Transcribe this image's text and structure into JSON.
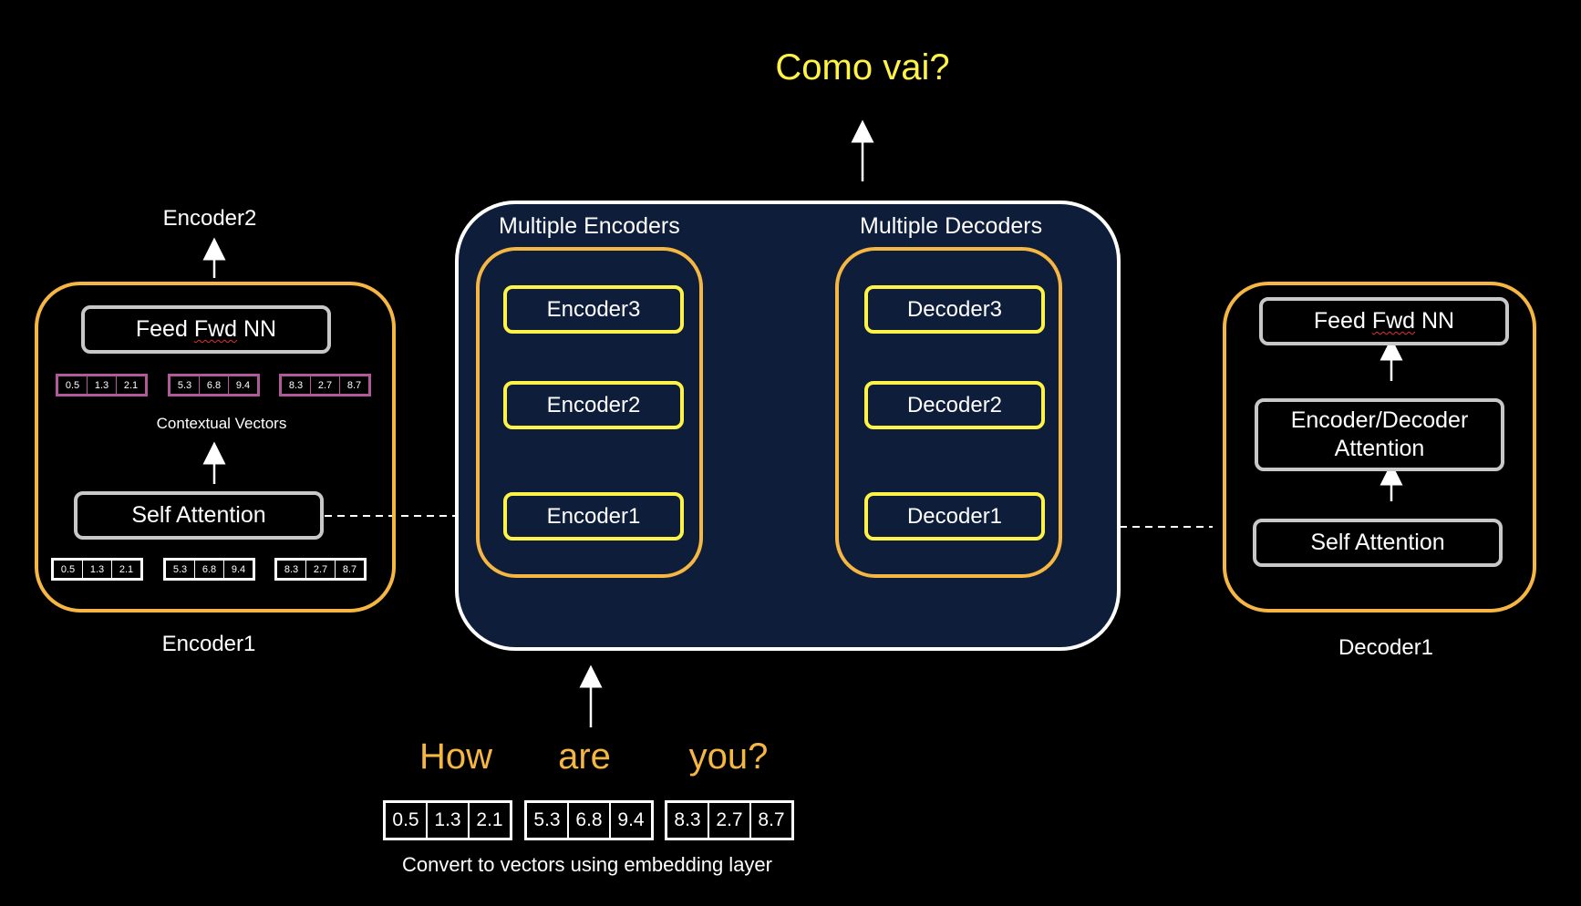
{
  "output_text": "Como vai?",
  "main": {
    "encoders_label": "Multiple Encoders",
    "decoders_label": "Multiple Decoders",
    "encoders": [
      "Encoder3",
      "Encoder2",
      "Encoder1"
    ],
    "decoders": [
      "Decoder3",
      "Decoder2",
      "Decoder1"
    ]
  },
  "input": {
    "words": [
      "How",
      "are",
      "you?"
    ],
    "vectors": [
      [
        "0.5",
        "1.3",
        "2.1"
      ],
      [
        "5.3",
        "6.8",
        "9.4"
      ],
      [
        "8.3",
        "2.7",
        "8.7"
      ]
    ],
    "caption": "Convert to vectors using embedding layer"
  },
  "left_detail": {
    "top_label": "Encoder2",
    "ffn_label_a": "Feed ",
    "ffn_label_b": "Fwd",
    "ffn_label_c": " NN",
    "contextual_label": "Contextual Vectors",
    "self_attention_label": "Self Attention",
    "bottom_label": "Encoder1",
    "context_vectors": [
      [
        "0.5",
        "1.3",
        "2.1"
      ],
      [
        "5.3",
        "6.8",
        "9.4"
      ],
      [
        "8.3",
        "2.7",
        "8.7"
      ]
    ],
    "input_vectors": [
      [
        "0.5",
        "1.3",
        "2.1"
      ],
      [
        "5.3",
        "6.8",
        "9.4"
      ],
      [
        "8.3",
        "2.7",
        "8.7"
      ]
    ]
  },
  "right_detail": {
    "ffn_label_a": "Feed ",
    "ffn_label_b": "Fwd",
    "ffn_label_c": " NN",
    "enc_dec_attention_line1": "Encoder/Decoder",
    "enc_dec_attention_line2": "Attention",
    "self_attention_label": "Self Attention",
    "bottom_label": "Decoder1"
  },
  "colors": {
    "background": "#000000",
    "panel": "#0d1d3a",
    "orange": "#f5b642",
    "yellow": "#fff347",
    "gray_border": "#c8c8c8",
    "context_border": "#b05a9a"
  }
}
